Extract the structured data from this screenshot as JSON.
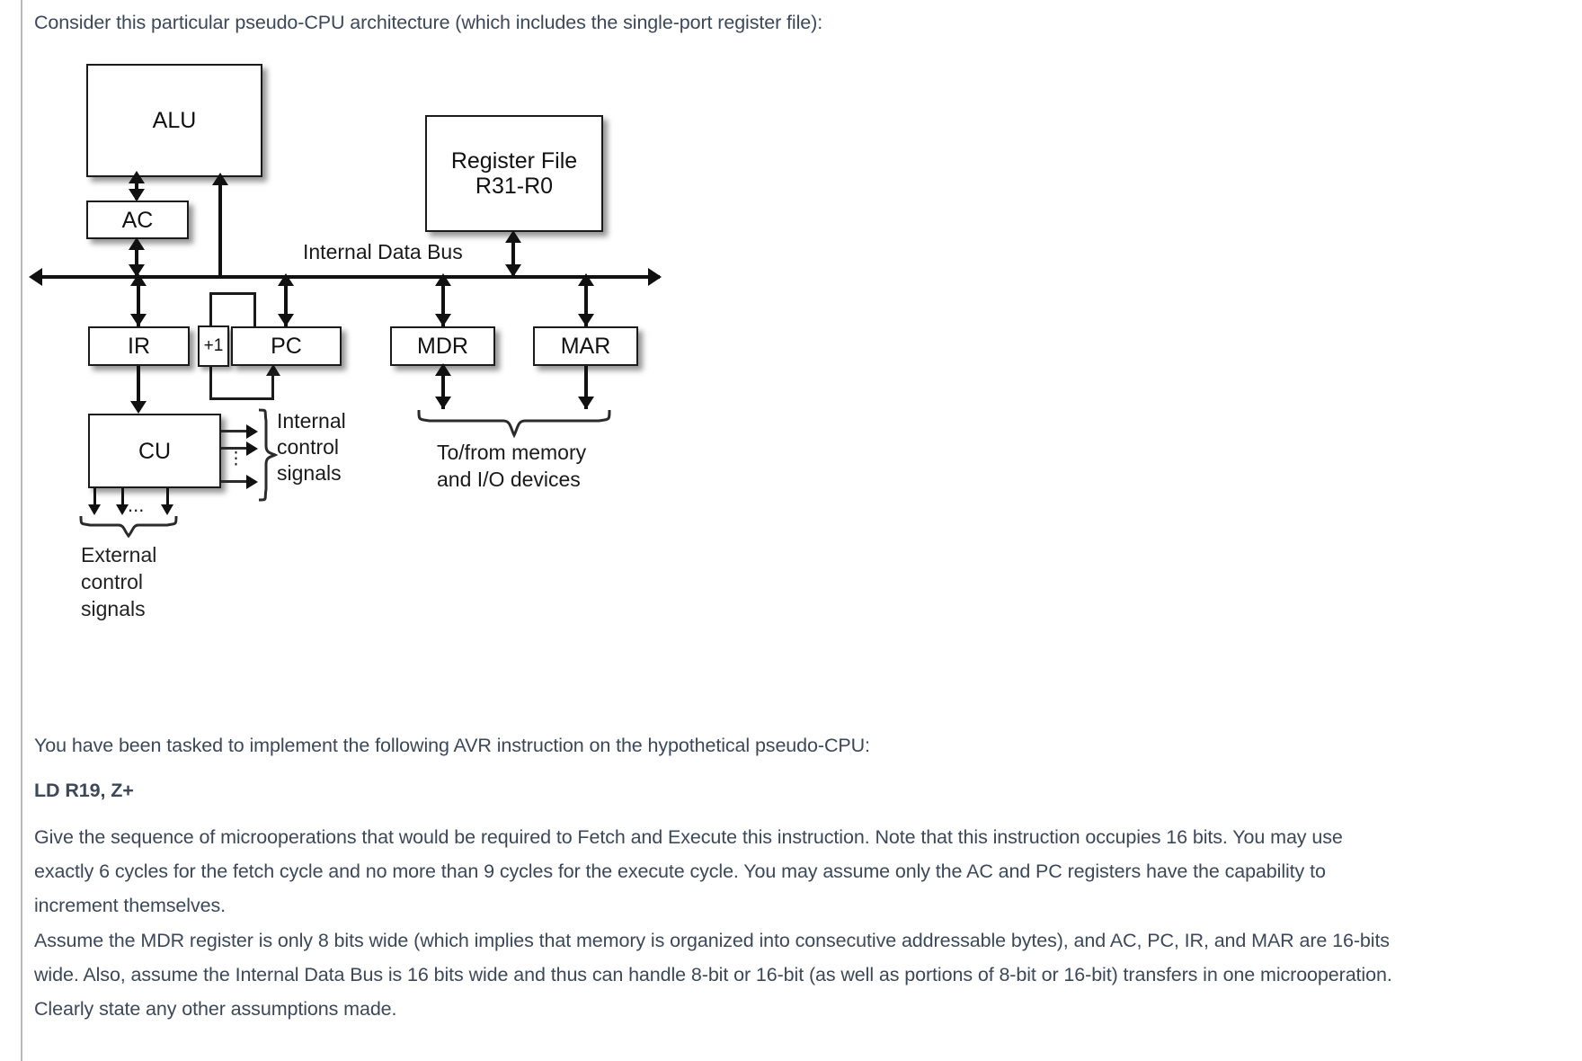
{
  "document": {
    "intro": "Consider this particular pseudo-CPU architecture (which includes the single-port register file):",
    "tasked": "You have been tasked to implement the following AVR instruction on the hypothetical pseudo-CPU:",
    "instruction": "LD R19, Z+",
    "give": "Give the sequence of microoperations that would be required to Fetch and Execute this instruction. Note that this instruction occupies 16 bits. You may use exactly 6 cycles for the fetch cycle and no more than 9 cycles for the execute cycle. You may assume only the AC and PC registers have the capability to increment themselves.",
    "assume": "Assume the MDR register is only 8 bits wide (which implies that memory is organized into consecutive addressable bytes), and AC, PC, IR, and MAR are 16-bits wide. Also, assume the Internal Data Bus is 16 bits wide and thus can handle 8-bit or 16-bit (as well as portions of 8-bit or 16-bit) transfers in one microoperation. Clearly state any other assumptions made."
  },
  "diagram": {
    "blocks": {
      "alu": "ALU",
      "ac": "AC",
      "register_file_line1": "Register File",
      "register_file_line2": "R31-R0",
      "ir": "IR",
      "incrementer": "+1",
      "pc": "PC",
      "mdr": "MDR",
      "mar": "MAR",
      "cu": "CU"
    },
    "labels": {
      "bus": "Internal Data Bus",
      "internal_control_l1": "Internal",
      "internal_control_l2": "control",
      "internal_control_l3": "signals",
      "memory_l1": "To/from memory",
      "memory_l2": "and I/O devices",
      "external_l1": "External",
      "external_l2": "control",
      "external_l3": "signals",
      "ellipsis_vertical": "⋮",
      "ellipsis_horizontal": "..."
    },
    "colors": {
      "stroke": "#1b1b1b",
      "box_fill": "#ffffff",
      "text": "#3c4858",
      "rule": "#b9b9b9"
    }
  }
}
